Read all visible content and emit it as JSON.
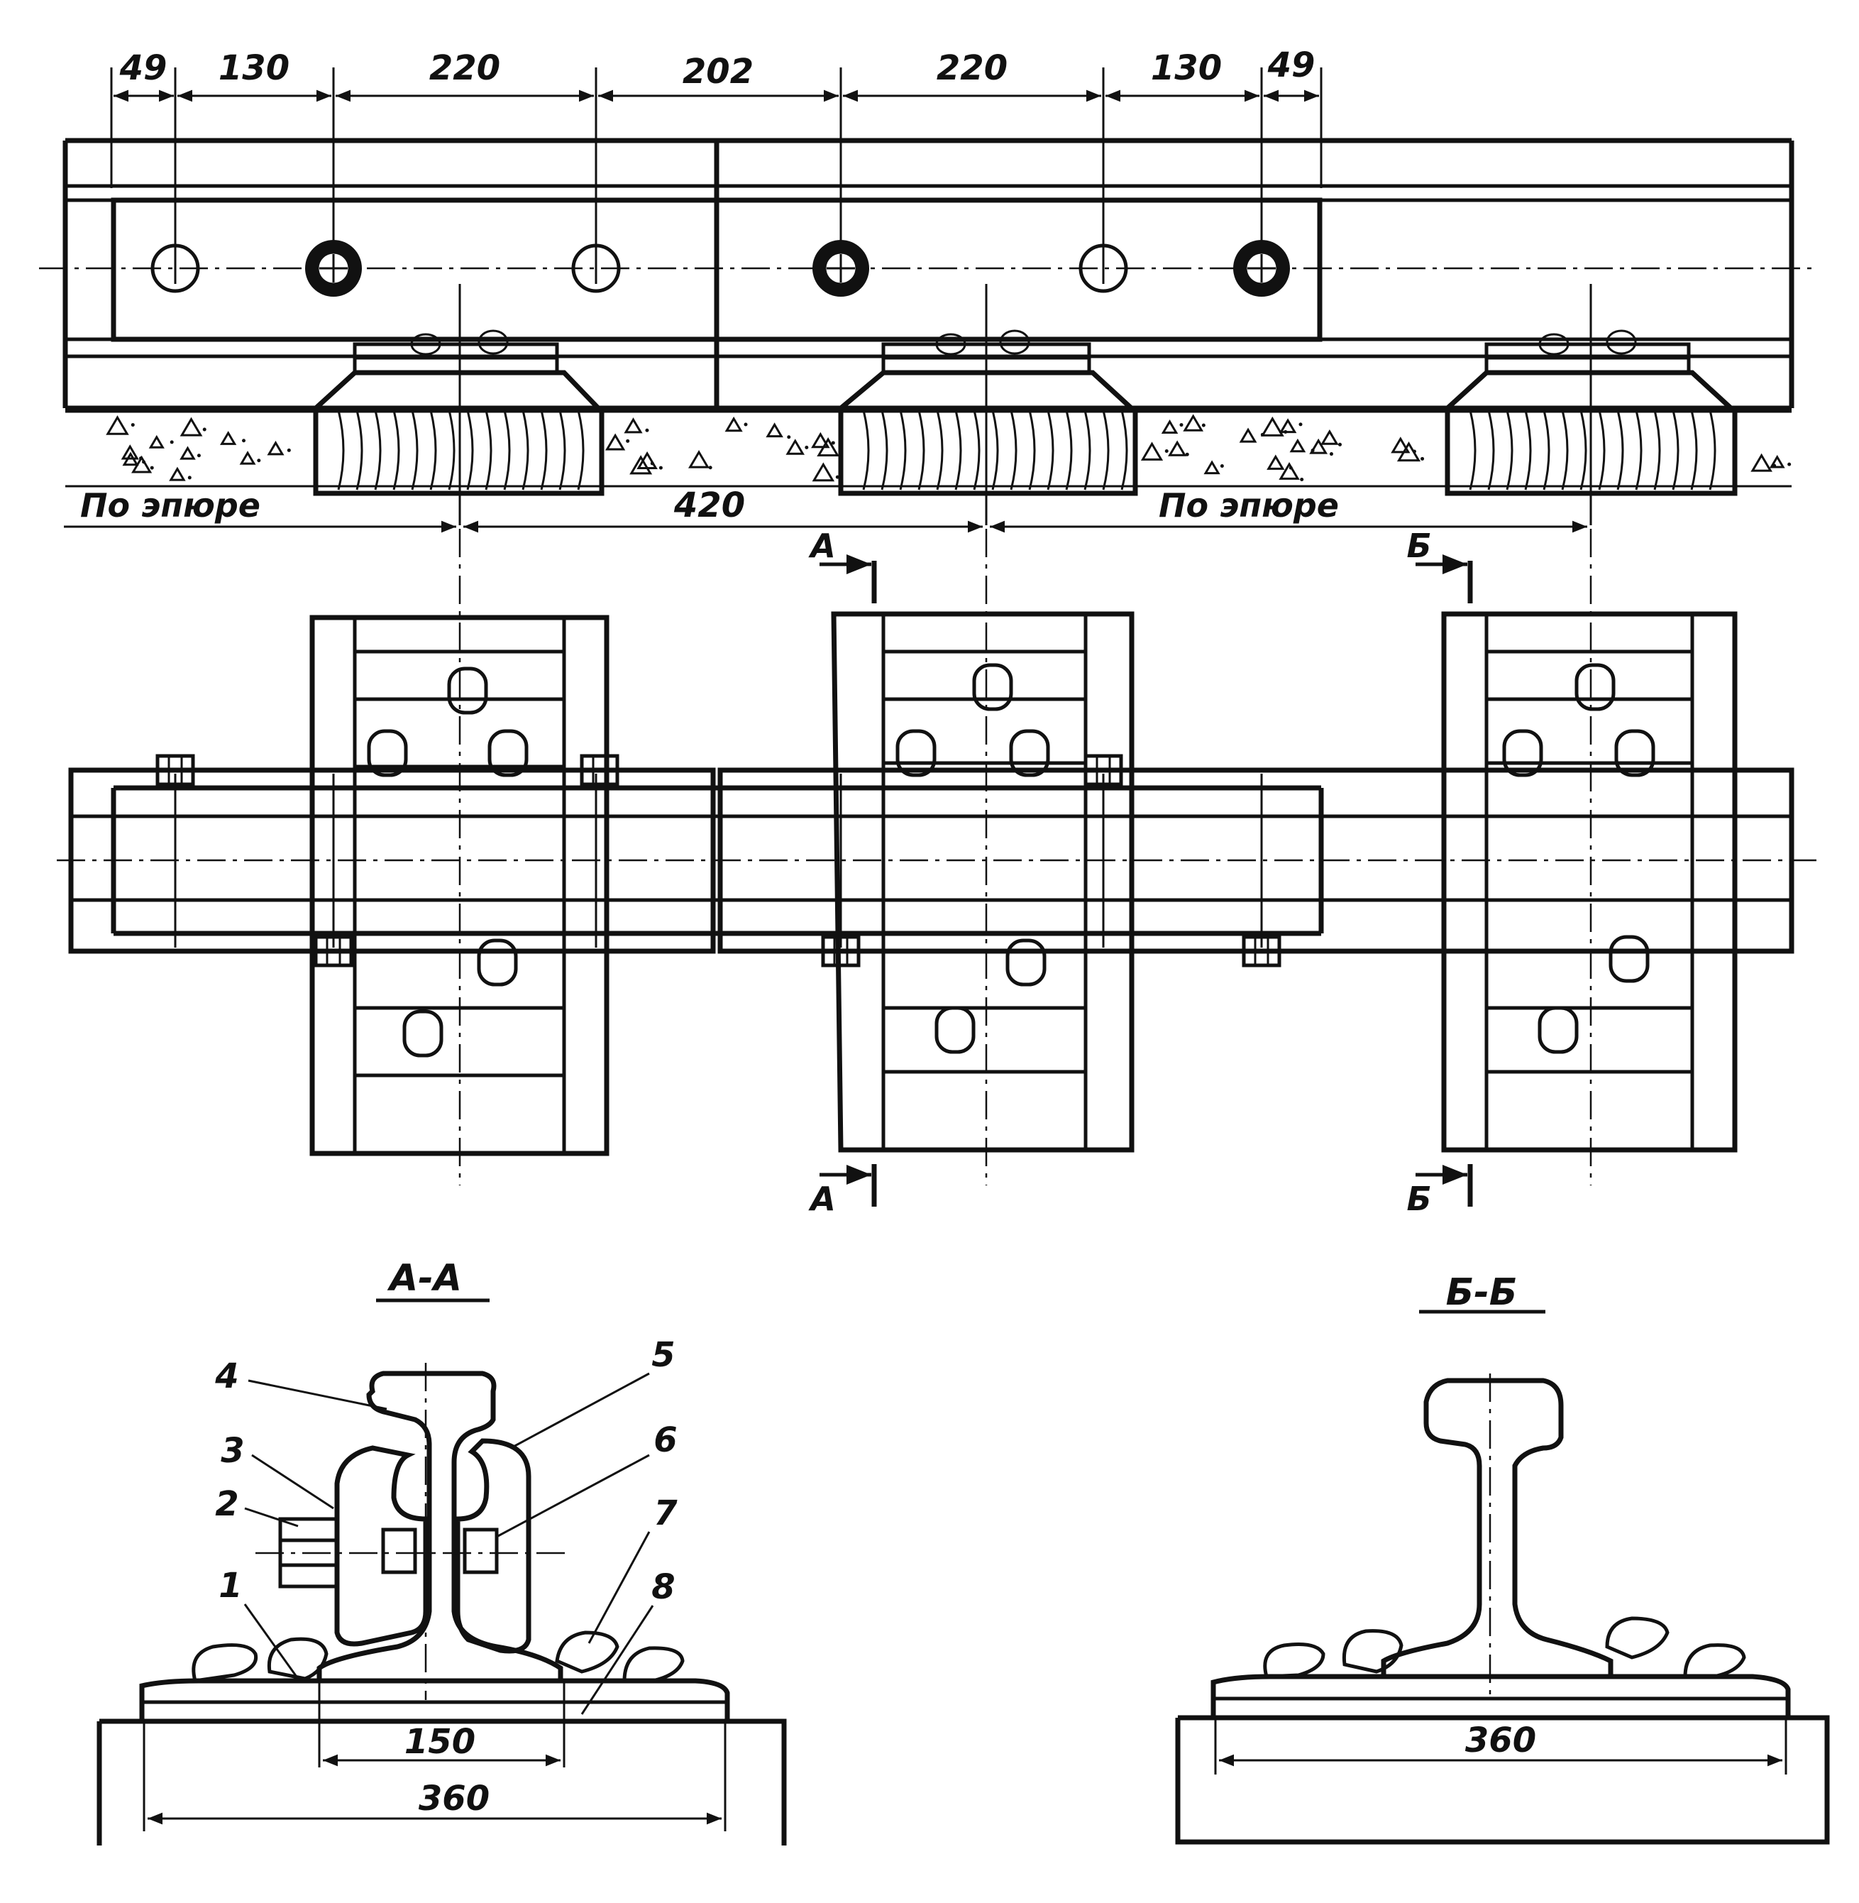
{
  "top_dimensions": [
    "49",
    "130",
    "220",
    "202",
    "220",
    "130",
    "49"
  ],
  "sleeper_spacing": {
    "left": "По эпюре",
    "middle": "420",
    "right": "По эпюре"
  },
  "section_marks": {
    "a": "А",
    "b": "Б"
  },
  "sections": {
    "aa": {
      "title": "А-А",
      "width_inner": "150",
      "width_outer": "360"
    },
    "bb": {
      "title": "Б-Б",
      "width_outer": "360"
    }
  },
  "callouts": [
    "1",
    "2",
    "3",
    "4",
    "5",
    "6",
    "7",
    "8"
  ]
}
